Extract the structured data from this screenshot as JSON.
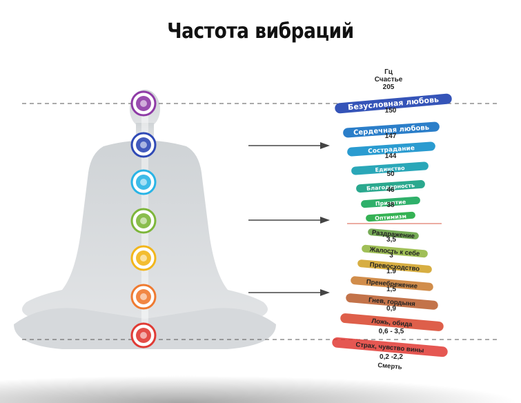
{
  "title": "Частота вибраций",
  "scale": {
    "unit": "Гц",
    "high": [
      {
        "label": "Счастье",
        "value": "205"
      },
      {
        "label": "Безусловная любовь",
        "value": "150"
      },
      {
        "label": "Сердечная любовь",
        "value": "147"
      },
      {
        "label": "Сострадание",
        "value": "144"
      },
      {
        "label": "Единство",
        "value": "50"
      },
      {
        "label": "Благодарность",
        "value": "46"
      },
      {
        "label": "Принятие",
        "value": "38"
      },
      {
        "label": "Оптимизм",
        "value": ""
      }
    ],
    "low": [
      {
        "label": "Раздражение",
        "value": "3,5"
      },
      {
        "label": "Жалость к себе",
        "value": "3"
      },
      {
        "label": "Превосходство",
        "value": "1.9"
      },
      {
        "label": "Пренебрежение",
        "value": "1,5"
      },
      {
        "label": "Гнев, гордыня",
        "value": "0,9"
      },
      {
        "label": "Ложь, обида",
        "value": "0,6 - 3,5"
      },
      {
        "label": "Страх, чувство вины",
        "value": "0,2 -2,2"
      },
      {
        "label": "Смерть",
        "value": ""
      }
    ]
  },
  "chakra_colors": [
    "#8e3aa6",
    "#2f49b6",
    "#29b4e6",
    "#7db63a",
    "#f2b61b",
    "#ef7a30",
    "#e03a34"
  ]
}
